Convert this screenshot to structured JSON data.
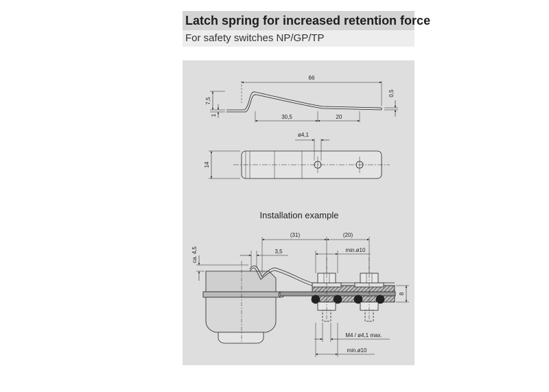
{
  "header": {
    "title": "Latch spring for increased retention force",
    "subtitle": "For safety switches NP/GP/TP"
  },
  "diagram": {
    "side_view": {
      "d_66": "66",
      "d_05": "0,5",
      "d_75": "7,5",
      "d_1": "1",
      "d_305": "30,5",
      "d_20": "20"
    },
    "top_view": {
      "d_hole": "ø4,1",
      "d_14": "14"
    },
    "installation": {
      "title": "Installation example",
      "d_31": "(31)",
      "d_20": "(20)",
      "d_35": "3,5",
      "d_ca45": "ca. 4,5",
      "d_min10_top": "min.ø10",
      "d_8": "8",
      "d_m4": "M4 / ø4,1 max.",
      "d_min10_bot": "min.ø10"
    }
  }
}
